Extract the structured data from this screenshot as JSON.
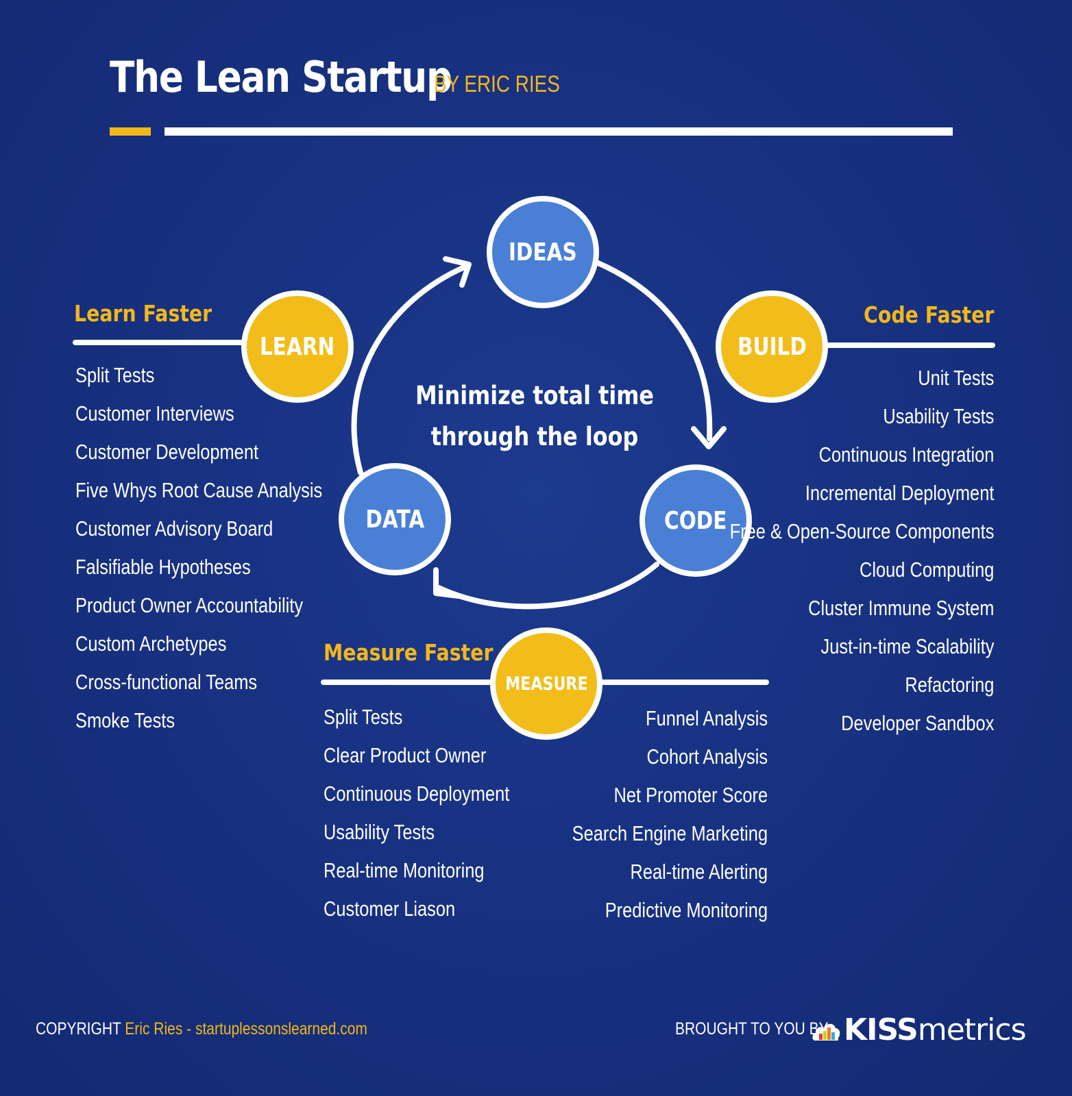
{
  "header": {
    "title": "The Lean Startup",
    "byline": "BY ERIC RIES"
  },
  "colors": {
    "background": "#18307e",
    "accent_yellow": "#f2bd1a",
    "node_blue": "#4a7fd6",
    "line_white": "#ffffff"
  },
  "loop": {
    "center_text_line1": "Minimize total time",
    "center_text_line2": "through the loop",
    "nodes": {
      "ideas": "IDEAS",
      "code": "CODE",
      "data": "DATA"
    },
    "stages": {
      "learn": "LEARN",
      "build": "BUILD",
      "measure": "MEASURE"
    }
  },
  "learn_faster": {
    "heading": "Learn Faster",
    "items": [
      "Split Tests",
      "Customer Interviews",
      "Customer Development",
      "Five Whys Root Cause Analysis",
      "Customer Advisory Board",
      "Falsifiable Hypotheses",
      "Product Owner Accountability",
      "Custom Archetypes",
      "Cross-functional Teams",
      "Smoke Tests"
    ]
  },
  "code_faster": {
    "heading": "Code Faster",
    "items": [
      "Unit Tests",
      "Usability Tests",
      "Continuous Integration",
      "Incremental Deployment",
      "Free & Open-Source Components",
      "Cloud Computing",
      "Cluster Immune System",
      "Just-in-time Scalability",
      "Refactoring",
      "Developer Sandbox"
    ]
  },
  "measure_faster": {
    "heading": "Measure Faster",
    "left_items": [
      "Split Tests",
      "Clear Product Owner",
      "Continuous Deployment",
      "Usability Tests",
      "Real-time Monitoring",
      "Customer Liason"
    ],
    "right_items": [
      "Funnel Analysis",
      "Cohort Analysis",
      "Net Promoter Score",
      "Search Engine Marketing",
      "Real-time Alerting",
      "Predictive Monitoring"
    ]
  },
  "footer": {
    "copyright_label": "COPYRIGHT",
    "copyright_owner": "Eric Ries - startuplessonslearned.com",
    "brought_by": "BROUGHT TO YOU BY",
    "brand_bold": "KISS",
    "brand_light": "metrics",
    "logo_icon": "cloud-bar-chart-icon"
  }
}
